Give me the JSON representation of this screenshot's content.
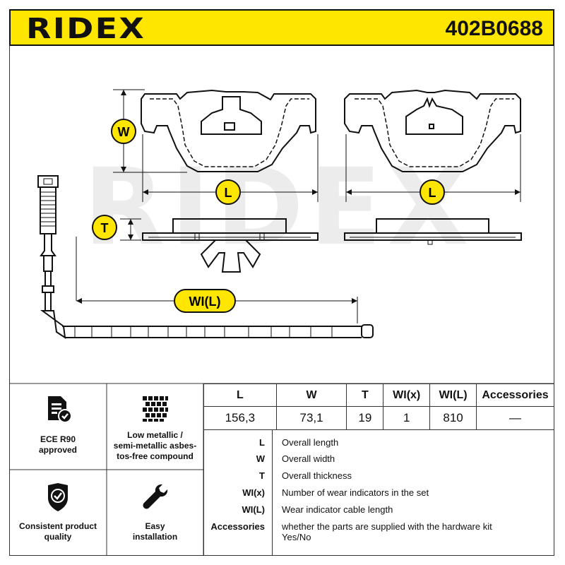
{
  "header": {
    "brand": "RIDEX",
    "part_number": "402B0688"
  },
  "diagram": {
    "dims": {
      "w": "W",
      "l_left": "L",
      "l_right": "L",
      "t": "T",
      "wi": "WI(L)"
    },
    "watermark": "RIDEX"
  },
  "features": [
    {
      "label_lines": [
        "ECE R90",
        "approved"
      ],
      "icon": "certified-document-icon"
    },
    {
      "label_lines": [
        "Low metallic /",
        "semi-metallic asbes-",
        "tos-free compound"
      ],
      "icon": "compound-grid-icon"
    },
    {
      "label_lines": [
        "Consistent product",
        "quality"
      ],
      "icon": "quality-shield-icon"
    },
    {
      "label_lines": [
        "Easy",
        "installation"
      ],
      "icon": "wrench-icon"
    }
  ],
  "spec_table": {
    "headers": [
      "L",
      "W",
      "T",
      "WI(x)",
      "WI(L)",
      "Accessories"
    ],
    "values": [
      "156,3",
      "73,1",
      "19",
      "1",
      "810",
      "—"
    ]
  },
  "legend": [
    {
      "key": "L",
      "desc": "Overall length"
    },
    {
      "key": "W",
      "desc": "Overall width"
    },
    {
      "key": "T",
      "desc": "Overall thickness"
    },
    {
      "key": "WI(x)",
      "desc": "Number of wear indicators in the set"
    },
    {
      "key": "WI(L)",
      "desc": "Wear indicator cable length"
    },
    {
      "key": "Accessories",
      "desc": "whether the parts are supplied with the hardware kit Yes/No"
    }
  ],
  "colors": {
    "accent": "#ffe600",
    "line": "#111111",
    "watermark": "#e6e6e6"
  }
}
